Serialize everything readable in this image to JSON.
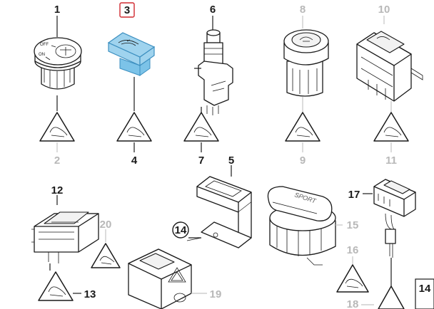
{
  "diagram": {
    "highlighted_part": "3",
    "sport_label": "SPORT",
    "callouts": [
      {
        "id": "c1",
        "label": "1",
        "style": "dark"
      },
      {
        "id": "c2",
        "label": "2",
        "style": "grey"
      },
      {
        "id": "c3",
        "label": "3",
        "style": "selected"
      },
      {
        "id": "c4",
        "label": "4",
        "style": "dark"
      },
      {
        "id": "c5",
        "label": "5",
        "style": "dark"
      },
      {
        "id": "c6",
        "label": "6",
        "style": "dark"
      },
      {
        "id": "c7",
        "label": "7",
        "style": "dark"
      },
      {
        "id": "c8",
        "label": "8",
        "style": "grey"
      },
      {
        "id": "c9",
        "label": "9",
        "style": "grey"
      },
      {
        "id": "c10",
        "label": "10",
        "style": "grey"
      },
      {
        "id": "c11",
        "label": "11",
        "style": "grey"
      },
      {
        "id": "c12",
        "label": "12",
        "style": "dark"
      },
      {
        "id": "c13",
        "label": "13",
        "style": "dark"
      },
      {
        "id": "c14",
        "label": "14",
        "style": "circled"
      },
      {
        "id": "c14b",
        "label": "14",
        "style": "boxed"
      },
      {
        "id": "c15",
        "label": "15",
        "style": "grey"
      },
      {
        "id": "c16",
        "label": "16",
        "style": "grey"
      },
      {
        "id": "c17",
        "label": "17",
        "style": "dark"
      },
      {
        "id": "c18",
        "label": "18",
        "style": "grey"
      },
      {
        "id": "c19",
        "label": "19",
        "style": "grey"
      },
      {
        "id": "c20",
        "label": "20",
        "style": "grey"
      }
    ]
  }
}
